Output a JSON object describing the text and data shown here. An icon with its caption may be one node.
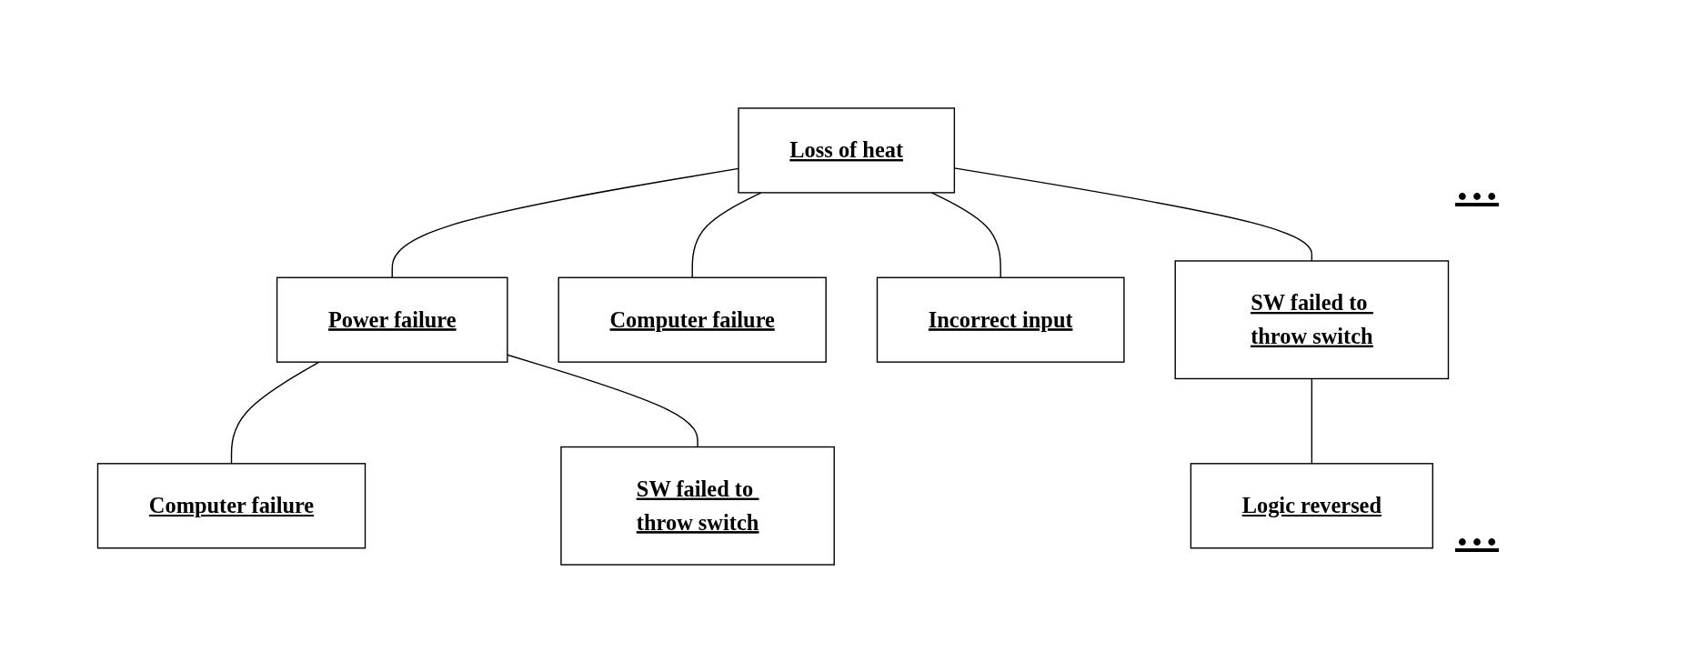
{
  "diagram": {
    "nodes": [
      {
        "text": [
          "Loss of heat"
        ]
      },
      {
        "text": [
          "Power failure"
        ]
      },
      {
        "text": [
          "Computer failure"
        ]
      },
      {
        "text": [
          "Incorrect input"
        ]
      },
      {
        "text": [
          "SW failed to throw switch"
        ]
      },
      {
        "text": [
          "Computer failure"
        ]
      },
      {
        "text": [
          "SW failed to throw switch"
        ]
      },
      {
        "text": [
          "Logic reversed"
        ]
      }
    ],
    "edges": [
      {
        "from": 0,
        "to": 1,
        "arrow": "none"
      },
      {
        "from": 0,
        "to": 2,
        "arrow": "none"
      },
      {
        "from": 0,
        "to": 3,
        "arrow": "none"
      },
      {
        "from": 0,
        "to": 4,
        "arrow": "none"
      },
      {
        "from": 1,
        "to": 5,
        "arrow": "none"
      },
      {
        "from": 1,
        "to": 6,
        "arrow": "none"
      },
      {
        "from": 4,
        "to": 7,
        "arrow": "none"
      }
    ],
    "labels": [
      "…",
      "…"
    ]
  }
}
